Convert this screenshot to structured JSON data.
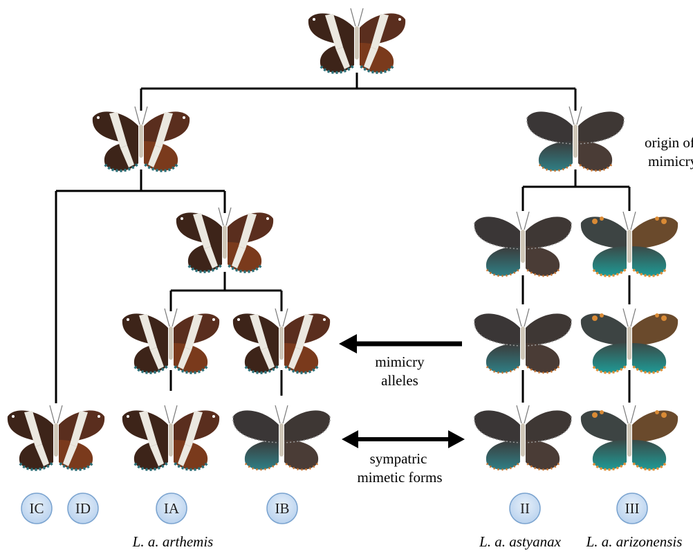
{
  "annotations": {
    "origin_line1": "origin of",
    "origin_line2": "mimicry",
    "mimicry_line1": "mimicry",
    "mimicry_line2": "alleles",
    "sympatric_line1": "sympatric",
    "sympatric_line2": "mimetic forms"
  },
  "clades": [
    "IC",
    "ID",
    "IA",
    "IB",
    "II",
    "III"
  ],
  "subspecies": {
    "arthemis": "L. a. arthemis",
    "astyanax": "L. a. astyanax",
    "arizonensis": "L. a. arizonensis"
  },
  "colors": {
    "banded_wing": "#4a2a1e",
    "banded_hind": "#7a3a1c",
    "white_band": "#e9e6df",
    "mimetic_wing": "#3c3a3a",
    "blue_sheen": "#2f7f85",
    "orange_spots": "#c9712a",
    "clade_fill": "#cfe0f2",
    "clade_stroke": "#7aa3cf"
  }
}
